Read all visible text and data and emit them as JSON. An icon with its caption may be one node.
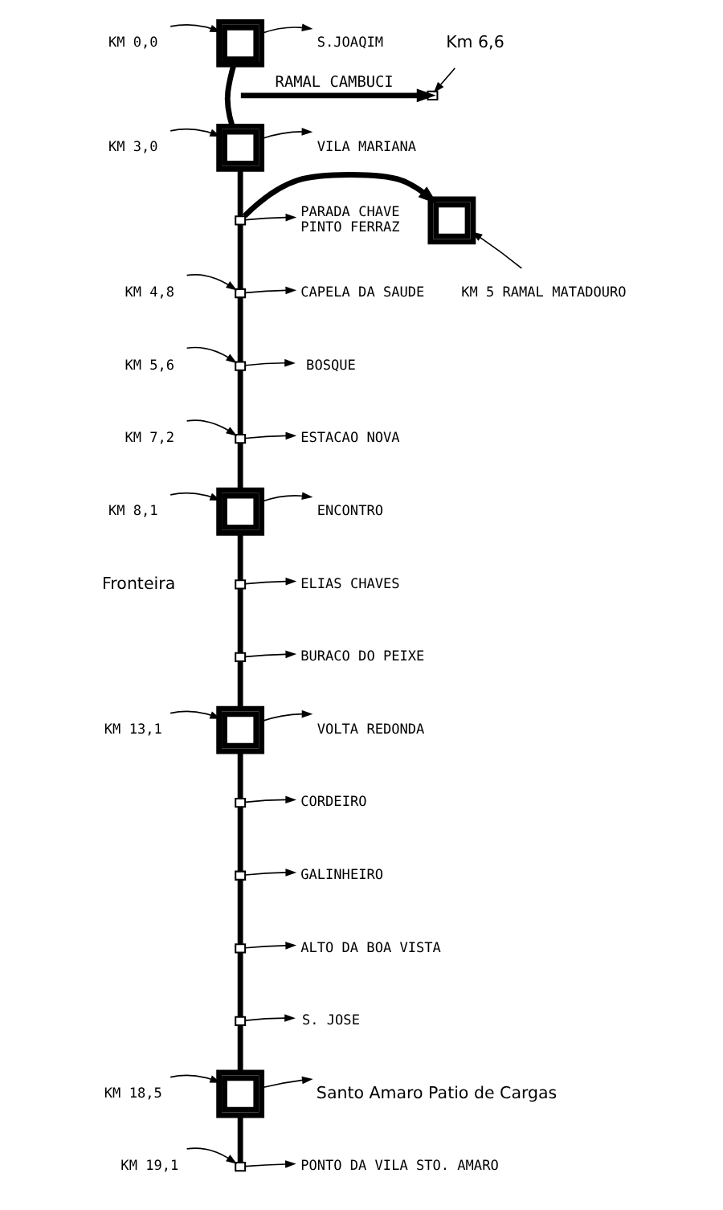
{
  "diagram": {
    "nodes": [
      {
        "text": [
          "KM 0,0"
        ]
      },
      {
        "text": [],
        "shape": "box"
      },
      {
        "text": [
          "S.JOAQIM"
        ]
      },
      {
        "text": [
          "Km 6,6"
        ]
      },
      {
        "text": [],
        "shape": "square"
      },
      {
        "text": [
          "KM 3,0"
        ]
      },
      {
        "text": [],
        "shape": "box"
      },
      {
        "text": [
          "VILA MARIANA"
        ]
      },
      {
        "text": [],
        "shape": "box"
      },
      {
        "text": [],
        "shape": "square"
      },
      {
        "text": [
          "PARADA CHAVE",
          "PINTO FERRAZ"
        ]
      },
      {
        "text": [
          "KM 5 RAMAL MATADOURO"
        ]
      },
      {
        "text": [
          "KM 4,8"
        ]
      },
      {
        "text": [],
        "shape": "square"
      },
      {
        "text": [
          "CAPELA DA SAUDE"
        ]
      },
      {
        "text": [
          "KM 5,6"
        ]
      },
      {
        "text": [],
        "shape": "square"
      },
      {
        "text": [
          "BOSQUE"
        ]
      },
      {
        "text": [
          "KM 7,2"
        ]
      },
      {
        "text": [],
        "shape": "square"
      },
      {
        "text": [
          "ESTACAO NOVA"
        ]
      },
      {
        "text": [
          "KM 8,1"
        ]
      },
      {
        "text": [],
        "shape": "box"
      },
      {
        "text": [
          "ENCONTRO"
        ]
      },
      {
        "text": [],
        "shape": "square"
      },
      {
        "text": [
          "ELIAS CHAVES"
        ]
      },
      {
        "text": [],
        "shape": "square"
      },
      {
        "text": [
          "BURACO DO PEIXE"
        ]
      },
      {
        "text": [
          "KM 13,1"
        ]
      },
      {
        "text": [],
        "shape": "box"
      },
      {
        "text": [
          "VOLTA REDONDA"
        ]
      },
      {
        "text": [],
        "shape": "square"
      },
      {
        "text": [
          "CORDEIRO"
        ]
      },
      {
        "text": [],
        "shape": "square"
      },
      {
        "text": [
          "GALINHEIRO"
        ]
      },
      {
        "text": [],
        "shape": "square"
      },
      {
        "text": [
          "ALTO DA BOA VISTA"
        ]
      },
      {
        "text": [],
        "shape": "square"
      },
      {
        "text": [
          "S. JOSE"
        ]
      },
      {
        "text": [
          "KM 18,5"
        ]
      },
      {
        "text": [],
        "shape": "box"
      },
      {
        "text": [
          "Santo Amaro Patio de Cargas"
        ]
      },
      {
        "text": [
          "KM 19,1"
        ]
      },
      {
        "text": [],
        "shape": "square"
      },
      {
        "text": [
          "PONTO DA VILA STO. AMARO"
        ]
      }
    ],
    "edges": [
      {
        "from": 0,
        "to": 1,
        "arrow": "to"
      },
      {
        "from": 1,
        "to": 2,
        "arrow": "to"
      },
      {
        "from": 1,
        "to": 6,
        "arrow": "none",
        "style": "thick"
      },
      {
        "from": null,
        "to": 4,
        "arrow": "to",
        "label": "RAMAL CAMBUCI",
        "style": "thick"
      },
      {
        "from": 3,
        "to": 4,
        "arrow": "to"
      },
      {
        "from": 5,
        "to": 6,
        "arrow": "to"
      },
      {
        "from": 6,
        "to": 7,
        "arrow": "to"
      },
      {
        "from": 6,
        "to": 9,
        "arrow": "none",
        "style": "thick"
      },
      {
        "from": 9,
        "to": 8,
        "arrow": "to",
        "style": "thick"
      },
      {
        "from": 9,
        "to": 10,
        "arrow": "to"
      },
      {
        "from": 11,
        "to": 8,
        "arrow": "to"
      },
      {
        "from": 9,
        "to": 13,
        "arrow": "none",
        "style": "thick"
      },
      {
        "from": 12,
        "to": 13,
        "arrow": "to"
      },
      {
        "from": 13,
        "to": 14,
        "arrow": "to"
      },
      {
        "from": 13,
        "to": 16,
        "arrow": "none",
        "style": "thick"
      },
      {
        "from": 15,
        "to": 16,
        "arrow": "to"
      },
      {
        "from": 16,
        "to": 17,
        "arrow": "to"
      },
      {
        "from": 16,
        "to": 19,
        "arrow": "none",
        "style": "thick"
      },
      {
        "from": 18,
        "to": 19,
        "arrow": "to"
      },
      {
        "from": 19,
        "to": 20,
        "arrow": "to"
      },
      {
        "from": 19,
        "to": 22,
        "arrow": "none",
        "style": "thick"
      },
      {
        "from": 21,
        "to": 22,
        "arrow": "to"
      },
      {
        "from": 22,
        "to": 23,
        "arrow": "to"
      },
      {
        "from": 22,
        "to": 24,
        "arrow": "none",
        "style": "thick"
      },
      {
        "from": 24,
        "to": 25,
        "arrow": "to"
      },
      {
        "from": 24,
        "to": 26,
        "arrow": "none",
        "style": "thick"
      },
      {
        "from": 26,
        "to": 27,
        "arrow": "to"
      },
      {
        "from": 26,
        "to": 29,
        "arrow": "none",
        "style": "thick"
      },
      {
        "from": 28,
        "to": 29,
        "arrow": "to"
      },
      {
        "from": 29,
        "to": 30,
        "arrow": "to"
      },
      {
        "from": 29,
        "to": 31,
        "arrow": "none",
        "style": "thick"
      },
      {
        "from": 31,
        "to": 32,
        "arrow": "to"
      },
      {
        "from": 31,
        "to": 33,
        "arrow": "none",
        "style": "thick"
      },
      {
        "from": 33,
        "to": 34,
        "arrow": "to"
      },
      {
        "from": 33,
        "to": 35,
        "arrow": "none",
        "style": "thick"
      },
      {
        "from": 35,
        "to": 36,
        "arrow": "to"
      },
      {
        "from": 35,
        "to": 37,
        "arrow": "none",
        "style": "thick"
      },
      {
        "from": 37,
        "to": 38,
        "arrow": "to"
      },
      {
        "from": 37,
        "to": 40,
        "arrow": "none",
        "style": "thick"
      },
      {
        "from": 39,
        "to": 40,
        "arrow": "to"
      },
      {
        "from": 40,
        "to": 41,
        "arrow": "to"
      },
      {
        "from": 40,
        "to": 43,
        "arrow": "none",
        "style": "thick"
      },
      {
        "from": 42,
        "to": 43,
        "arrow": "to"
      },
      {
        "from": 43,
        "to": 44,
        "arrow": "to"
      }
    ],
    "labels": [
      "Fronteira"
    ]
  }
}
